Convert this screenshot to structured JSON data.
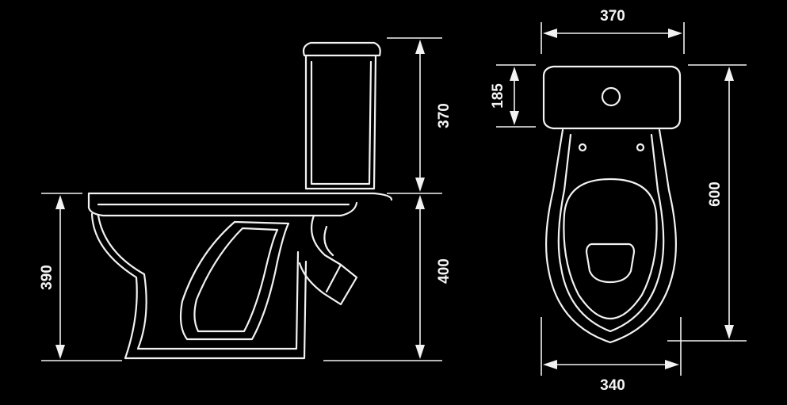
{
  "colors": {
    "background": "#000000",
    "line": "#f2f2f2"
  },
  "side_view": {
    "tank_height": "370",
    "bowl_height_to_rim": "400",
    "seat_height": "390"
  },
  "top_view": {
    "tank_width": "370",
    "tank_depth": "185",
    "overall_depth": "600",
    "bowl_width": "340"
  }
}
